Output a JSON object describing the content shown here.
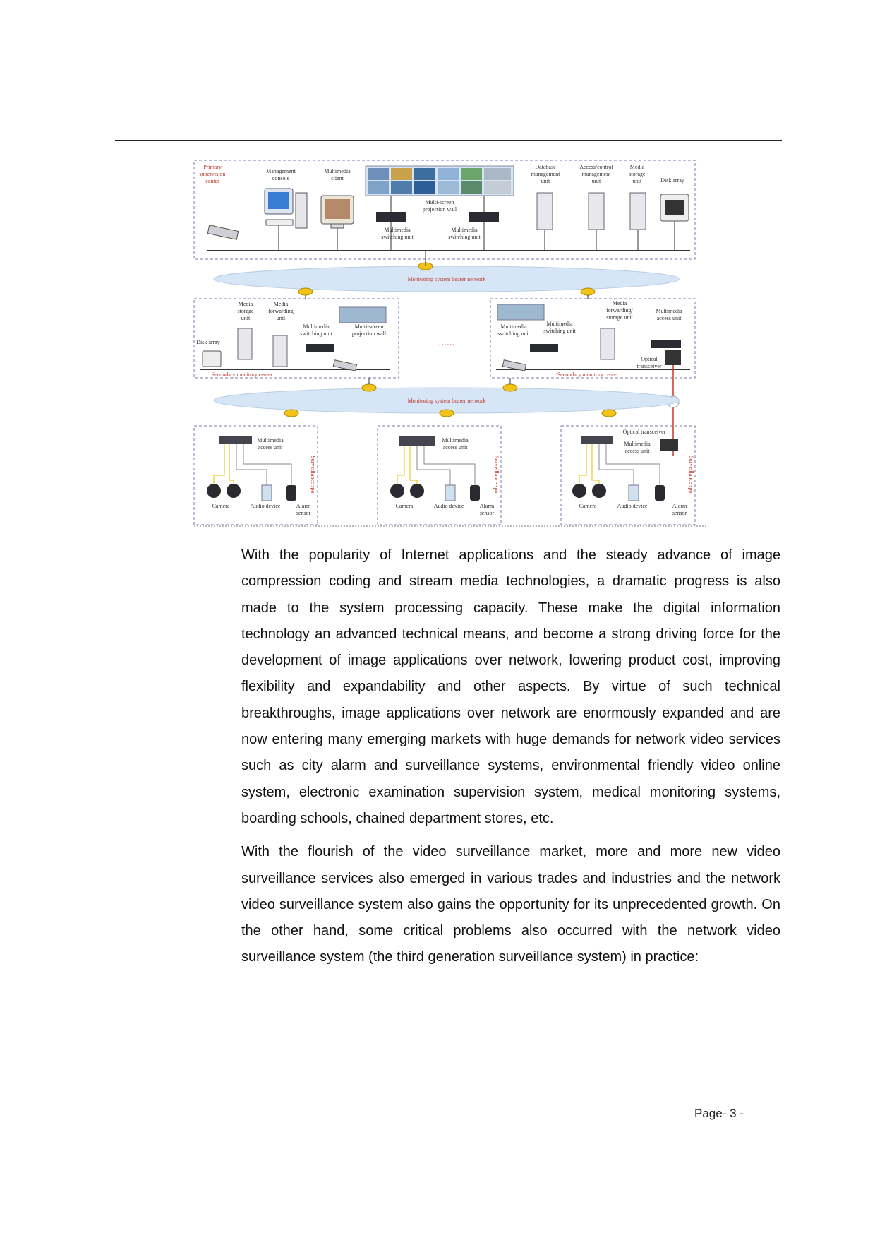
{
  "figure": {
    "primary_center": {
      "title_lines": [
        "Primary",
        "supervision",
        "center"
      ]
    },
    "top_labels": {
      "management_console": [
        "Management",
        "console"
      ],
      "multimedia_client": [
        "Multimedia",
        "client"
      ],
      "projection_wall": [
        "Multi-screen",
        "projection wall"
      ],
      "switching_unit_1": [
        "Multimedia",
        "switching unit"
      ],
      "switching_unit_2": [
        "Multimedia",
        "switching unit"
      ],
      "database_unit": [
        "Database",
        "management",
        "unit"
      ],
      "access_control_unit": [
        "Access/control",
        "management",
        "unit"
      ],
      "media_storage_unit": [
        "Media",
        "storage",
        "unit"
      ],
      "disk_array": [
        "Disk array"
      ]
    },
    "bearer_network_1": "Monitoring system bearer network",
    "bearer_network_2": "Monitoring system bearer network",
    "secondary_left": {
      "media_storage": [
        "Media",
        "storage",
        "unit"
      ],
      "media_forwarding": [
        "Media",
        "forwarding",
        "unit"
      ],
      "switching": [
        "Multimedia",
        "switching unit"
      ],
      "projection": [
        "Multi-screen",
        "projection wall"
      ],
      "disk_array": "Disk array",
      "center_label": "Secondary monitory center"
    },
    "ellipsis": "......",
    "secondary_right": {
      "switching_1": [
        "Multimedia",
        "switching unit"
      ],
      "switching_2": [
        "Multimedia",
        "switching unit"
      ],
      "forwarding": [
        "Media",
        "forwarding/",
        "storage unit"
      ],
      "access": [
        "Multimedia",
        "access unit"
      ],
      "optical": [
        "Optical",
        "transceiver"
      ],
      "center_label": "Secondary monitory center"
    },
    "spots": [
      {
        "access_unit": [
          "Multimedia",
          "access unit"
        ],
        "camera": "Camera",
        "audio": "Audio device",
        "alarm": [
          "Alarm",
          "sensor"
        ],
        "spot_label": "Surveillance spot"
      },
      {
        "access_unit": [
          "Multimedia",
          "access unit"
        ],
        "camera": "Camera",
        "audio": "Audio device",
        "alarm": [
          "Alarm",
          "sensor"
        ],
        "spot_label": "Surveillance spot"
      },
      {
        "access_unit": [
          "Multimedia",
          "access unit"
        ],
        "camera": "Camera",
        "audio": "Audio device",
        "alarm": [
          "Alarm",
          "sensor"
        ],
        "spot_label": "Surveillance spot",
        "optical": "Optical transceiver"
      }
    ]
  },
  "paragraphs": [
    "With the popularity of Internet applications and the steady advance of image compression coding and stream media technologies, a dramatic progress is also made to the system processing capacity. These make the digital information technology an advanced technical means, and become a strong driving force for the development of image applications over network, lowering product cost, improving flexibility and expandability and other aspects. By virtue of such technical breakthroughs, image applications over network are enormously expanded and are now entering many emerging markets with huge demands for network video services such as city alarm and surveillance systems, environmental friendly video online system, electronic examination supervision system, medical monitoring systems, boarding schools, chained department stores, etc.",
    "With the flourish of the video surveillance market, more and more new video surveillance services also emerged in various trades and industries and the network video surveillance system also gains the opportunity for its unprecedented growth. On the other hand, some critical problems also occurred with the network video surveillance system (the third generation surveillance system) in practice:"
  ],
  "footer": {
    "page": "Page- 3 -"
  }
}
